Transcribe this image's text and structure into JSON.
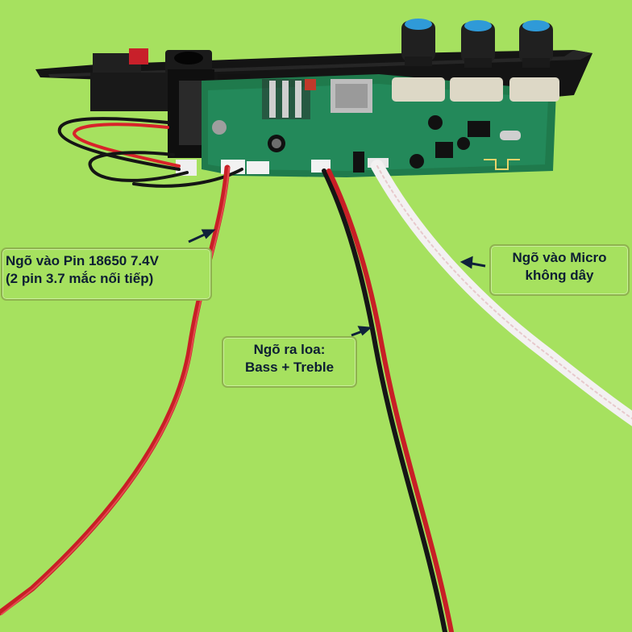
{
  "image": {
    "background_color": "#a6e15f",
    "subject": "amplifier board with knobs and wires"
  },
  "callouts": {
    "battery_input": {
      "line1": "Ngõ vào Pin 18650 7.4V",
      "line2": "(2 pin 3.7 mắc nối tiếp)"
    },
    "speaker_output": {
      "line1": "Ngõ ra loa:",
      "line2": "Bass + Treble"
    },
    "mic_input": {
      "line1": "Ngõ vào Micro",
      "line2": "không dây"
    }
  },
  "colors": {
    "pcb": "#1f7a4c",
    "panel": "#1c1c1c",
    "wire_red": "#d8232a",
    "wire_black": "#151515",
    "knob_cap": "#2f9ad8",
    "label_text": "#0d1e33"
  }
}
